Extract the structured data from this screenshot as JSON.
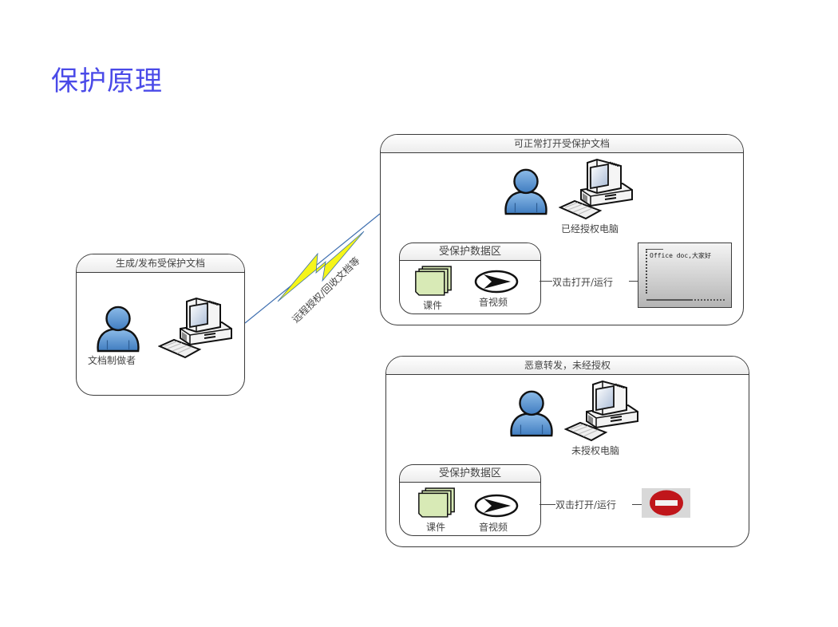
{
  "page": {
    "title": "保护原理"
  },
  "publisher_panel": {
    "header": "生成/发布受保护文档",
    "person_label": "文档制做者"
  },
  "link": {
    "label": "远程授权/回收文档等"
  },
  "authorized_panel": {
    "header": "可正常打开受保护文档",
    "computer_label": "已经授权电脑",
    "data_zone": {
      "header": "受保护数据区",
      "items": [
        {
          "label": "课件",
          "icon": "document-stack-icon"
        },
        {
          "label": "音视频",
          "icon": "play-icon"
        }
      ]
    },
    "action_label": "双击打开/运行",
    "result": {
      "type": "document-window",
      "text": "Office doc,大家好"
    }
  },
  "unauthorized_panel": {
    "header": "恶意转发，未经授权",
    "computer_label": "未授权电脑",
    "data_zone": {
      "header": "受保护数据区",
      "items": [
        {
          "label": "课件",
          "icon": "document-stack-icon"
        },
        {
          "label": "音视频",
          "icon": "play-icon"
        }
      ]
    },
    "action_label": "双击打开/运行",
    "result": {
      "type": "blocked",
      "icon": "no-entry-icon"
    }
  },
  "colors": {
    "title": "#4a4ae8",
    "person_fill": "#5b93cf",
    "lightning_fill": "#f5f51a",
    "link_line": "#3f6fb0",
    "no_entry": "#c0161b",
    "doc_icon": "#d8eab6"
  }
}
